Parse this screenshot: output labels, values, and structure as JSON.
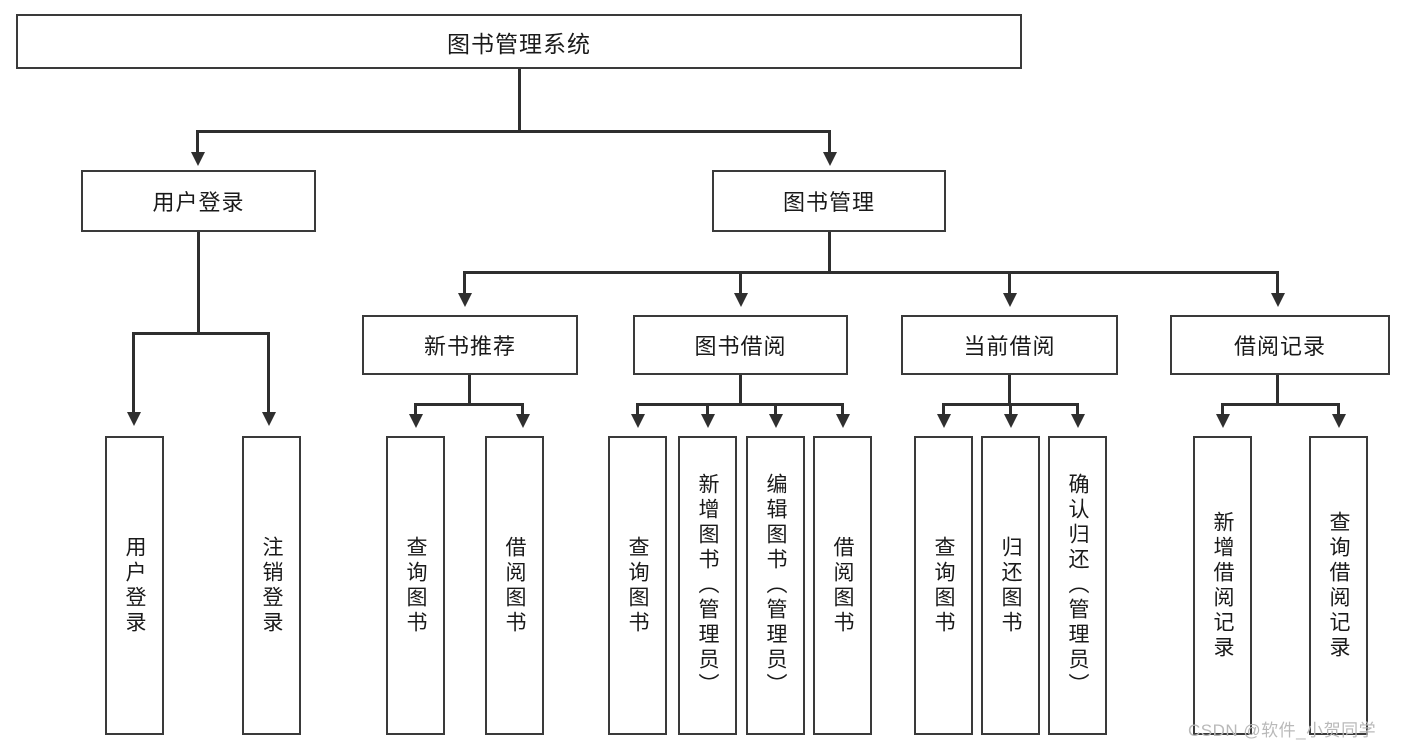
{
  "diagram": {
    "type": "tree",
    "title": "图书管理系统",
    "root": {
      "label": "图书管理系统",
      "children": [
        {
          "label": "用户登录",
          "children": [
            {
              "label": "用户登录"
            },
            {
              "label": "注销登录"
            }
          ]
        },
        {
          "label": "图书管理",
          "children": [
            {
              "label": "新书推荐",
              "children": [
                {
                  "label": "查询图书"
                },
                {
                  "label": "借阅图书"
                }
              ]
            },
            {
              "label": "图书借阅",
              "children": [
                {
                  "label": "查询图书"
                },
                {
                  "label": "新增图书（管理员）"
                },
                {
                  "label": "编辑图书（管理员）"
                },
                {
                  "label": "借阅图书"
                }
              ]
            },
            {
              "label": "当前借阅",
              "children": [
                {
                  "label": "查询图书"
                },
                {
                  "label": "归还图书"
                },
                {
                  "label": "确认归还（管理员）"
                }
              ]
            },
            {
              "label": "借阅记录",
              "children": [
                {
                  "label": "新增借阅记录"
                },
                {
                  "label": "查询借阅记录"
                }
              ]
            }
          ]
        }
      ]
    }
  },
  "watermark": {
    "text": "CSDN @软件_小贺同学"
  },
  "colors": {
    "box_border": "#3a3a3a",
    "connector": "#2f2f2f",
    "text": "#1a1a1a",
    "background": "#ffffff",
    "watermark": "#b9b9b9"
  }
}
